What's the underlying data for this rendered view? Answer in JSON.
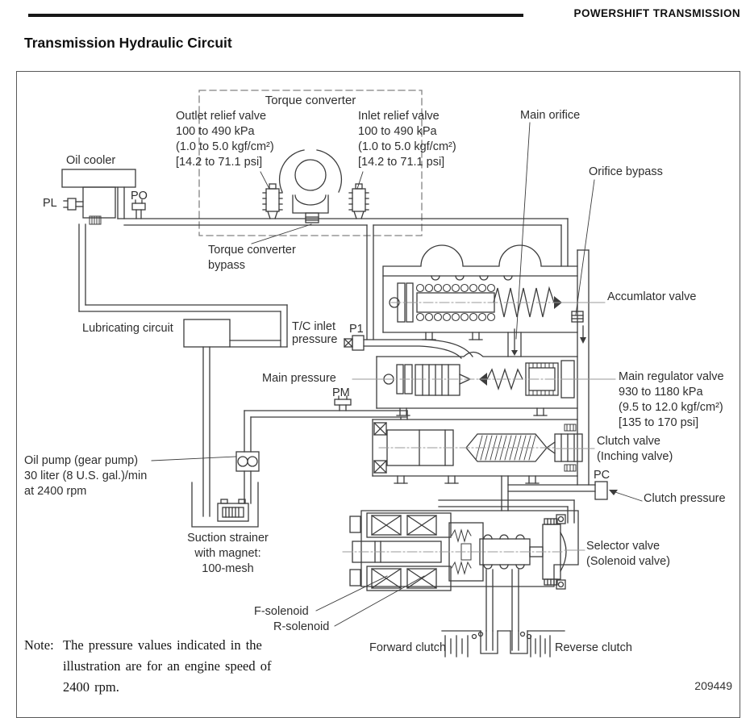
{
  "header": {
    "right_label": "POWERSHIFT  TRANSMISSION"
  },
  "title": "Transmission Hydraulic Circuit",
  "figure_number": "209449",
  "note": {
    "prefix": "Note:",
    "lines": [
      "The pressure values indicated in the",
      "illustration are for an engine speed of",
      "2400 rpm."
    ]
  },
  "labels": {
    "torque_converter": "Torque converter",
    "outlet_relief": [
      "Outlet relief valve",
      "100 to 490 kPa",
      "(1.0 to 5.0 kgf/cm²)",
      "[14.2 to 71.1 psi]"
    ],
    "inlet_relief": [
      "Inlet relief valve",
      "100 to 490 kPa",
      "(1.0 to 5.0 kgf/cm²)",
      "[14.2 to 71.1 psi]"
    ],
    "main_orifice": "Main orifice",
    "orifice_bypass": "Orifice bypass",
    "oil_cooler": "Oil cooler",
    "port_pl": "PL",
    "port_po": "PO",
    "port_p1": "P1",
    "port_pm": "PM",
    "port_pc": "PC",
    "tc_bypass": [
      "Torque converter",
      "bypass"
    ],
    "lubricating_circuit": "Lubricating circuit",
    "tc_inlet_pressure": [
      "T/C inlet",
      "pressure"
    ],
    "main_pressure": "Main pressure",
    "accumulator_valve": "Accumlator valve",
    "main_regulator": [
      "Main regulator valve",
      "930 to 1180 kPa",
      "(9.5 to 12.0 kgf/cm²)",
      "[135 to 170 psi]"
    ],
    "clutch_valve": [
      "Clutch valve",
      "(Inching valve)"
    ],
    "clutch_pressure": "Clutch pressure",
    "oil_pump": [
      "Oil pump (gear pump)",
      "30 liter (8 U.S. gal.)/min",
      "at 2400 rpm"
    ],
    "suction_strainer": [
      "Suction strainer",
      "with magnet:",
      "100-mesh"
    ],
    "selector_valve": [
      "Selector valve",
      "(Solenoid valve)"
    ],
    "f_solenoid": "F-solenoid",
    "r_solenoid": "R-solenoid",
    "forward_clutch": "Forward clutch",
    "reverse_clutch": "Reverse clutch"
  }
}
